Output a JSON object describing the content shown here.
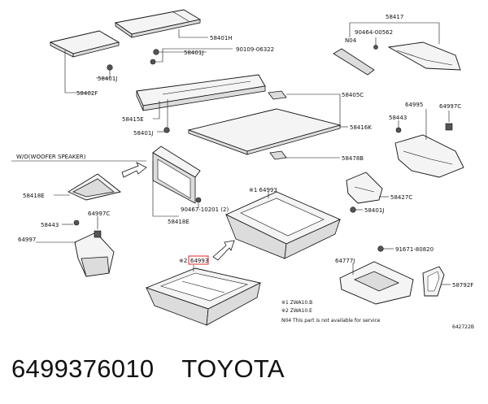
{
  "caption": {
    "part_number": "6499376010",
    "manufacturer": "TOYOTA"
  },
  "diagram": {
    "variant_label": "W/O(WOOFER SPEAKER)",
    "highlighted_part": "64993",
    "labels": {
      "p58401h": "58401H",
      "p58401j_a": "58401J",
      "p90109": "90109-06322",
      "p58401j_b": "58401J",
      "p58402f": "58402F",
      "p58417": "58417",
      "p90464": "90464-00562",
      "n04": "N04",
      "p58405c": "58405C",
      "p58415e": "58415E",
      "p58401j_c": "58401J",
      "p58416k": "58416K",
      "p58478b": "58478B",
      "p64995": "64995",
      "p64997c_a": "64997C",
      "p58443_a": "58443",
      "p58418e_a": "58418E",
      "p90467": "90467-10201 (2)",
      "p58418e_b": "58418E",
      "p64993_top": "※1 64993",
      "p58427c": "58427C",
      "p58401j_d": "58401J",
      "p58443_b": "58443",
      "p64997c_b": "64997C",
      "p64997": "64997",
      "p64993_hl_prefix": "※2",
      "p91671": "91671-80820",
      "p64777j": "64777J",
      "p58792f": "58792F"
    },
    "notes": {
      "note1": "※1 ZWA10.B",
      "note2": "※2 ZWA10.E",
      "note3": "N04 This part is not available for service",
      "code": "642722B"
    }
  }
}
